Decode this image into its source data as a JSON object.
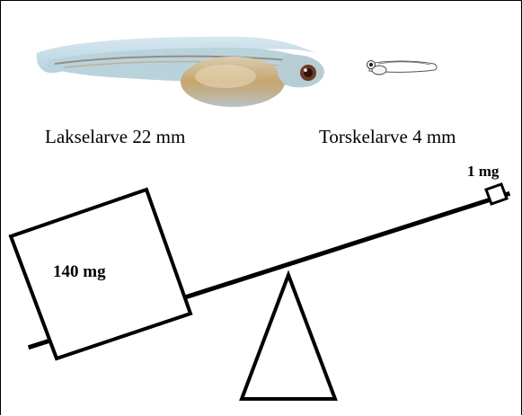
{
  "salmon": {
    "label": "Lakselarve 22 mm"
  },
  "cod": {
    "label": "Torskelarve 4 mm"
  },
  "weights": {
    "heavy": "140 mg",
    "light": "1 mg"
  }
}
